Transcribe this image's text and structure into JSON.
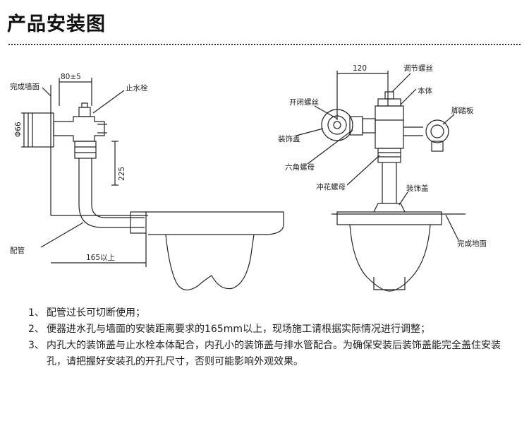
{
  "title": "产品安装图",
  "left_view": {
    "wall_label": "完成墙面",
    "dim_top": "80±5",
    "valve_label": "止水栓",
    "dia_label": "Φ66",
    "height_label": "225",
    "pipe_label": "配管",
    "dim_bottom": "165以上"
  },
  "right_view": {
    "dim_top": "120",
    "screw_label": "调节螺丝",
    "body_label": "本体",
    "switch_label": "开闭螺丝",
    "pedal_label": "脚踏板",
    "cover_label": "装饰盖",
    "hex_label": "六角螺母",
    "flush_label": "冲花螺母",
    "cover2_label": "装饰盖",
    "floor_label": "完成地面"
  },
  "notes": [
    {
      "num": "1、",
      "text": "配管过长可切断使用；"
    },
    {
      "num": "2、",
      "text": "便器进水孔与墙面的安装距离要求的165mm以上，现场施工请根据实际情况进行调整；"
    },
    {
      "num": "3、",
      "text": "内孔大的装饰盖与止水栓本体配合，内孔小的装饰盖与排水管配合。为确保安装后装饰盖能完全盖住安装孔，请把握好安装孔的开孔尺寸，否则可能影响外观效果。"
    }
  ]
}
